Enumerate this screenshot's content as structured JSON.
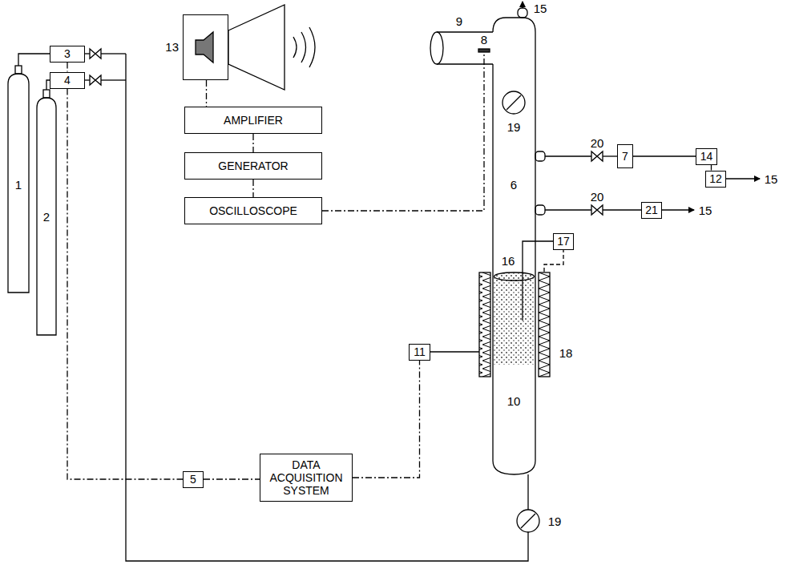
{
  "diagram": {
    "nodes": [
      {
        "text": [
          "13"
        ]
      },
      {
        "text": [
          "3"
        ]
      },
      {
        "text": [
          "4"
        ]
      },
      {
        "text": [
          "AMPLIFIER"
        ]
      },
      {
        "text": [
          "GENERATOR"
        ]
      },
      {
        "text": [
          "OSCILLOSCOPE"
        ]
      },
      {
        "text": [
          "5"
        ]
      },
      {
        "text": [
          "DATA ACQUISITION SYSTEM"
        ]
      },
      {
        "text": [
          "11"
        ]
      },
      {
        "text": [
          "7"
        ]
      },
      {
        "text": [
          "14"
        ]
      },
      {
        "text": [
          "12"
        ]
      },
      {
        "text": [
          "21"
        ]
      },
      {
        "text": [
          "17"
        ]
      }
    ],
    "edges": [
      {
        "from": 0,
        "to": 3,
        "arrow": "none"
      },
      {
        "from": 3,
        "to": 4,
        "arrow": "none"
      },
      {
        "from": 4,
        "to": 5,
        "arrow": "none"
      },
      {
        "from": 1,
        "to": 2,
        "arrow": "none"
      },
      {
        "from": 2,
        "to": 6,
        "arrow": "none"
      },
      {
        "from": 6,
        "to": 7,
        "arrow": "none"
      },
      {
        "from": 7,
        "to": 8,
        "arrow": "none"
      },
      {
        "from": 9,
        "to": 10,
        "arrow": "none"
      },
      {
        "from": 10,
        "to": 11,
        "arrow": "none"
      }
    ],
    "labels": [
      "1",
      "2",
      "9",
      "8",
      "15",
      "19",
      "6",
      "16",
      "18",
      "10",
      "19",
      "20",
      "20",
      "15",
      "15"
    ]
  }
}
